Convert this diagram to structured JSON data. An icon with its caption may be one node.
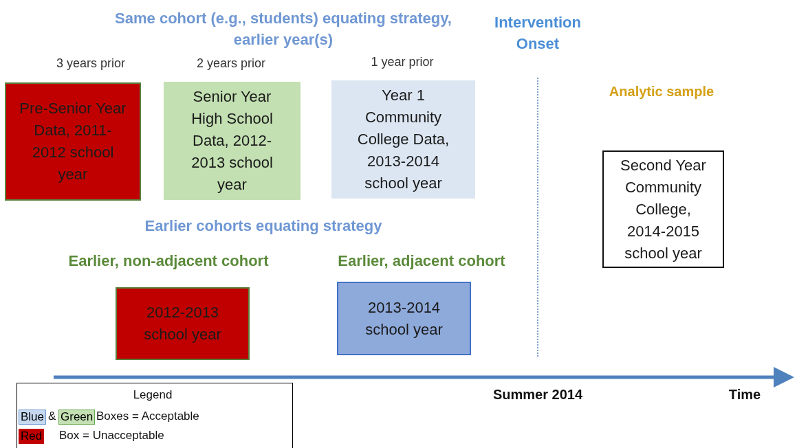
{
  "diagram": {
    "title": "Same cohort (e.g., students) equating strategy, earlier year(s)",
    "nodes": [
      {
        "text": [
          "Pre-Senior Year Data, 2011-2012 school year"
        ]
      },
      {
        "text": [
          "Senior Year High School Data, 2012-2013 school year"
        ]
      },
      {
        "text": [
          "Year 1 Community College Data, 2013-2014 school year"
        ]
      },
      {
        "text": [
          "Second Year Community College, 2014-2015 school year"
        ]
      },
      {
        "text": [
          "2012-2013 school year"
        ]
      },
      {
        "text": [
          "2013-2014 school year"
        ]
      }
    ],
    "labels": [
      "Intervention Onset",
      "3 years prior",
      "2 years prior",
      "1 year prior",
      "Analytic sample",
      "Earlier cohorts equating strategy",
      "Earlier, non-adjacent cohort",
      "Earlier, adjacent cohort",
      "Legend",
      "&",
      "Boxes = Acceptable",
      "Box = Unacceptable",
      "Summer 2014",
      "Time"
    ],
    "legend": [
      {
        "text": "Blue",
        "color": "#c6d9f1"
      },
      {
        "text": "Green",
        "color": "#c3e0b2"
      },
      {
        "text": "Red",
        "color": "#c00000"
      }
    ]
  }
}
